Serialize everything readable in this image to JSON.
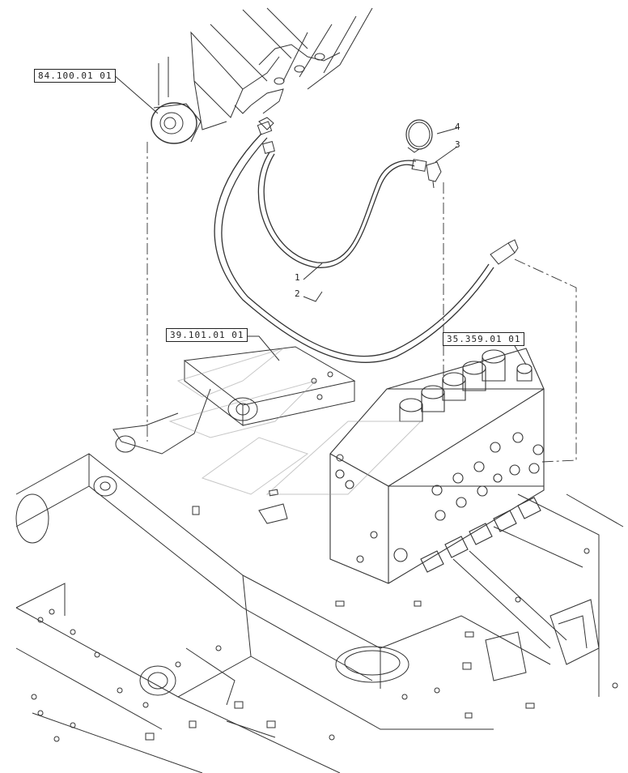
{
  "references": [
    {
      "id": "ref-1",
      "label": "84.100.01 01"
    },
    {
      "id": "ref-2",
      "label": "39.101.01 01"
    },
    {
      "id": "ref-3",
      "label": "35.359.01 01"
    }
  ],
  "callouts": [
    {
      "id": "c1",
      "label": "1"
    },
    {
      "id": "c2",
      "label": "2"
    },
    {
      "id": "c3",
      "label": "3"
    },
    {
      "id": "c4",
      "label": "4"
    }
  ]
}
